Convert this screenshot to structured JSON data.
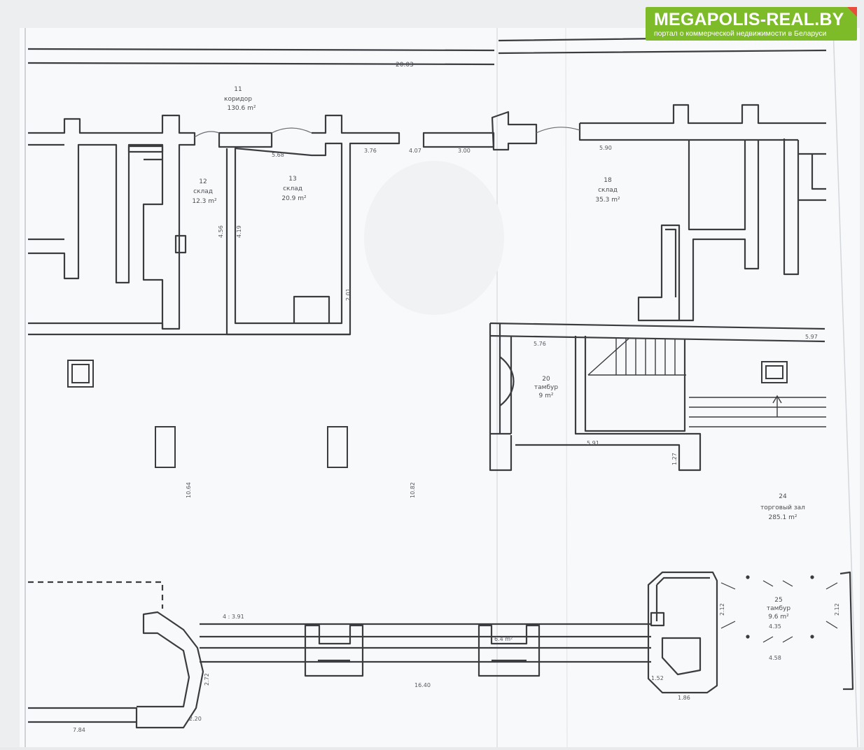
{
  "brand": {
    "name": "MEGAPOLIS-REAL.BY",
    "tagline": "портал о коммерческой недвижимости в Беларуси",
    "color": "#7dbb29",
    "corner_color": "#e94b3c"
  },
  "plan": {
    "overall_width": "20.03",
    "rooms": [
      {
        "number": "11",
        "name": "коридор",
        "area": "130.6 m²"
      },
      {
        "number": "12",
        "name": "склад",
        "area": "12.3 m²"
      },
      {
        "number": "13",
        "name": "склад",
        "area": "20.9 m²"
      },
      {
        "number": "18",
        "name": "склад",
        "area": "35.3 m²"
      },
      {
        "number": "20",
        "name": "тамбур",
        "area": "9 m²"
      },
      {
        "number": "24",
        "name": "торговый зал",
        "area": "285.1 m²"
      },
      {
        "number": "25",
        "name": "тамбур",
        "area": "9.6 m²"
      }
    ],
    "dimensions": {
      "d_568": "5.68",
      "d_376": "3.76",
      "d_407": "4.07",
      "d_300": "3.00",
      "d_590": "5.90",
      "d_456": "4.56",
      "d_419": "4.19",
      "d_576": "5.76",
      "d_597": "5.97",
      "d_591": "5.91",
      "d_127": "1.27",
      "d_1064": "10.64",
      "d_1082": "10.82",
      "d_391": "4 : 3.91",
      "d_1640": "16.40",
      "d_212": "2.12",
      "d_212b": "2.12",
      "d_152": "1.52",
      "d_784": "7.84",
      "d_272": "2.72",
      "d_220": "2.20",
      "d_186": "1.86",
      "d_435": "4.35",
      "d_458": "4.58",
      "d_201": "2.01",
      "d_64": "6.4 m²"
    }
  }
}
